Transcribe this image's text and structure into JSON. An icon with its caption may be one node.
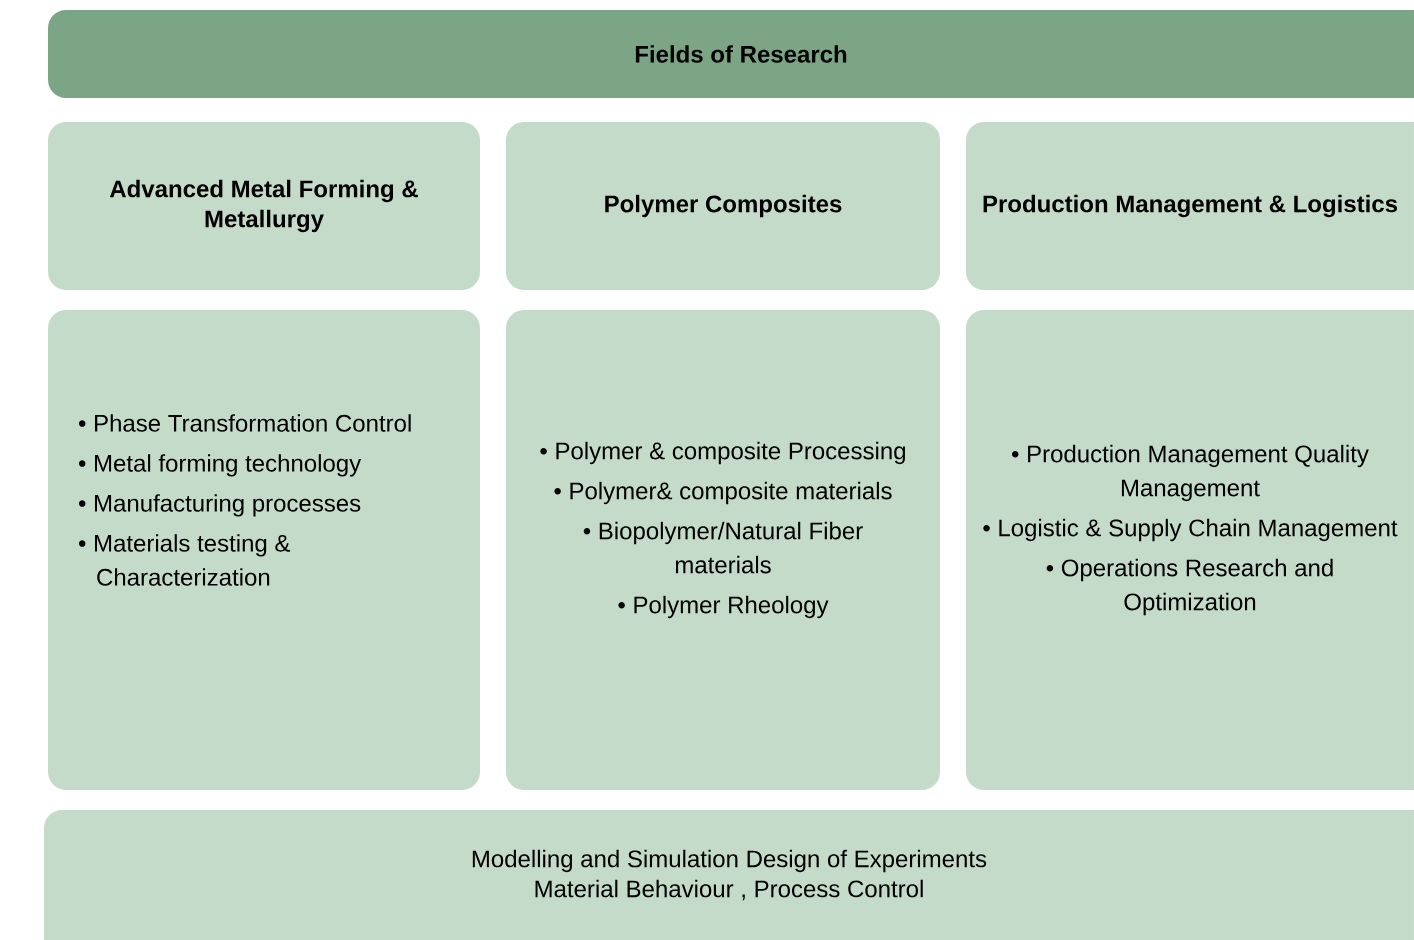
{
  "diagram": {
    "nodes": [
      {
        "text": [
          "Fields of Research"
        ]
      },
      {
        "text": [
          "Advanced Metal Forming & Metallurgy"
        ]
      },
      {
        "text": [
          "Polymer Composites"
        ]
      },
      {
        "text": [
          "Production  Management & Logistics"
        ]
      },
      {
        "text": [
          "• Phase Transformation Control",
          "• Metal forming technology",
          "• Manufacturing processes",
          "• Materials testing & Characterization"
        ]
      },
      {
        "text": [
          "• Polymer & composite Processing",
          "• Polymer& composite materials",
          "• Biopolymer/Natural Fiber materials",
          "• Polymer Rheology"
        ]
      },
      {
        "text": [
          "• Production Management Quality Management",
          "• Logistic & Supply Chain Management",
          "• Operations Research and Optimization"
        ]
      },
      {
        "text": [
          "Modelling and Simulation Design of Experiments",
          "Material Behaviour , Process Control"
        ]
      }
    ],
    "edges": []
  }
}
